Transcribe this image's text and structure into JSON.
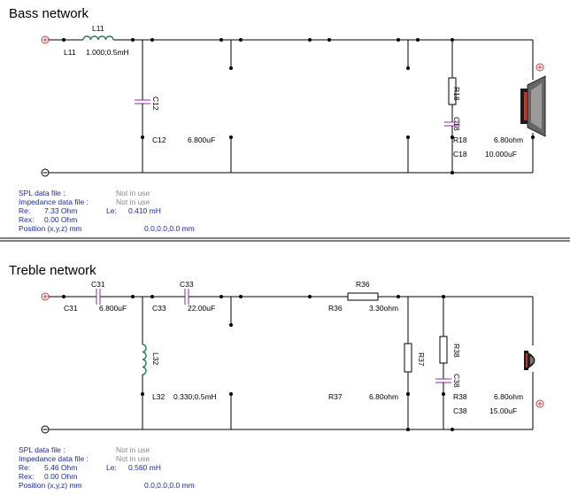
{
  "bass": {
    "title": "Bass network",
    "components": {
      "l11": {
        "name": "L11",
        "value": "1.000;0.5mH"
      },
      "c12": {
        "name": "C12",
        "value": "6.800uF"
      },
      "r18": {
        "name": "R18",
        "value": "6.80ohm"
      },
      "c18": {
        "name": "C18",
        "value": "10.000uF"
      }
    },
    "info": {
      "spl_label": "SPL data file :",
      "spl_value": "Not in use",
      "imp_label": "Impedance data file :",
      "imp_value": "Not in use",
      "re_label": "Re:",
      "re_value": "7.33 Ohm",
      "le_label": "Le:",
      "le_value": "0.410 mH",
      "rex_label": "Rex:",
      "rex_value": "0.00 Ohm",
      "pos_label": "Position (x,y,z) mm",
      "pos_value": "0.0,0.0,0.0 mm"
    }
  },
  "treble": {
    "title": "Treble network",
    "components": {
      "c31": {
        "name": "C31",
        "value": "6.800uF"
      },
      "c33": {
        "name": "C33",
        "value": "22.00uF"
      },
      "l32": {
        "name": "L32",
        "value": "0.330;0.5mH"
      },
      "r36": {
        "name": "R36",
        "value": "3.30ohm"
      },
      "r37": {
        "name": "R37",
        "value": "6.80ohm"
      },
      "r38": {
        "name": "R38",
        "value": "6.80ohm"
      },
      "c38": {
        "name": "C38",
        "value": "15.00uF"
      }
    },
    "info": {
      "spl_label": "SPL data file :",
      "spl_value": "Not in use",
      "imp_label": "Impedance data file :",
      "imp_value": "Not in use",
      "re_label": "Re:",
      "re_value": "5.46 Ohm",
      "le_label": "Le:",
      "le_value": "0.560 mH",
      "rex_label": "Rex:",
      "rex_value": "0.00 Ohm",
      "pos_label": "Position (x,y,z) mm",
      "pos_value": "0.0,0.0,0.0 mm"
    }
  },
  "colors": {
    "wire": "#000000",
    "capacitor": "#8e2aa0",
    "inductor": "#1b7a52",
    "terminal": "#c84040",
    "info_label": "#1c2c9c",
    "info_value_muted": "#8a8a8a"
  }
}
